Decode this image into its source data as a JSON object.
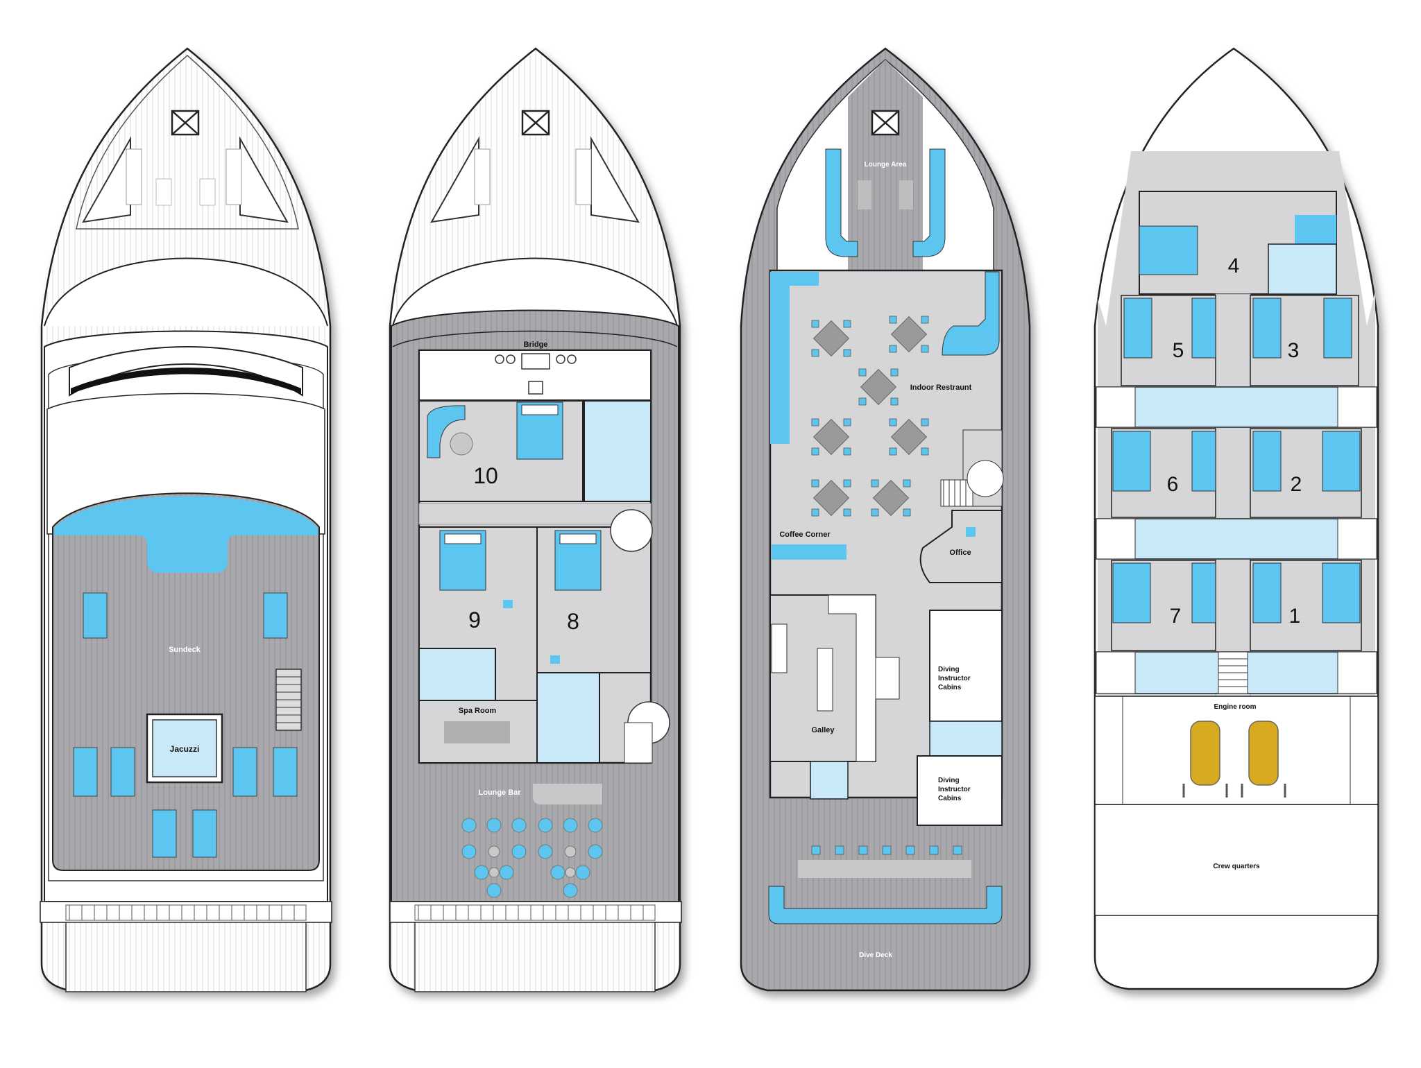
{
  "decks": {
    "sun": {
      "sundeck": "Sundeck",
      "jacuzzi": "Jacuzzi"
    },
    "upper": {
      "bridge": "Bridge",
      "spa_room": "Spa Room",
      "lounge_bar": "Lounge Bar",
      "cabins": [
        "10",
        "9",
        "8"
      ]
    },
    "main": {
      "lounge_area": "Lounge Area",
      "indoor_restaurant": "Indoor Restraunt",
      "coffee_corner": "Coffee Corner",
      "office": "Office",
      "diving_cabins_1": [
        "Diving",
        "Instructor",
        "Cabins"
      ],
      "diving_cabins_2": [
        "Diving",
        "Instructor",
        "Cabins"
      ],
      "galley": "Galley",
      "dive_deck": "Dive Deck"
    },
    "lower": {
      "cabins": [
        "4",
        "5",
        "3",
        "6",
        "2",
        "7",
        "1"
      ],
      "engine_room": "Engine room",
      "crew_quarters": "Crew quarters"
    }
  },
  "colors": {
    "accent_blue": "#5cc6f0",
    "light_blue": "#c9e9f8",
    "deck_gray": "#a7a7ab",
    "floor_gray": "#d6d6d8",
    "engine_gold": "#d8aa20"
  }
}
